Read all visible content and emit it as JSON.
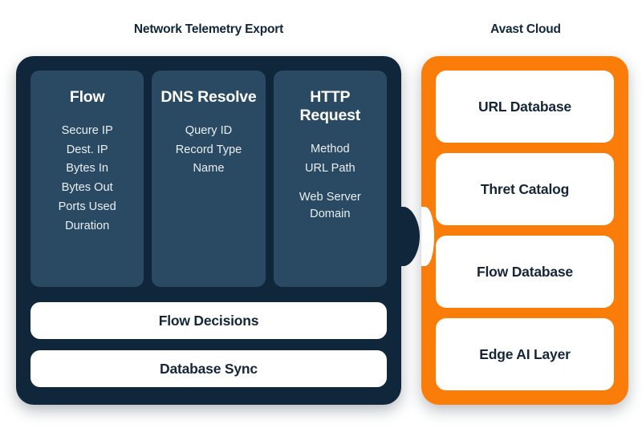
{
  "left_panel": {
    "title": "Network Telemetry Export",
    "background_color": "#10263a",
    "column_color": "#2a4a63",
    "columns": [
      {
        "heading": "Flow",
        "fields": [
          "Secure IP",
          "Dest. IP",
          "Bytes In",
          "Bytes Out",
          "Ports Used",
          "Duration"
        ]
      },
      {
        "heading": "DNS Resolve",
        "fields": [
          "Query ID",
          "Record Type",
          "Name"
        ]
      },
      {
        "heading": "HTTP Request",
        "fields": [
          "Method",
          "URL Path",
          "Web Server\nDomain"
        ]
      }
    ],
    "action_bars": [
      {
        "label": "Flow Decisions"
      },
      {
        "label": "Database Sync"
      }
    ]
  },
  "right_panel": {
    "title": "Avast Cloud",
    "background_color": "#fa7d09",
    "cards": [
      {
        "label": "URL Database"
      },
      {
        "label": "Thret Catalog"
      },
      {
        "label": "Flow Database"
      },
      {
        "label": "Edge AI Layer"
      }
    ]
  },
  "connector": {
    "name": "arrow-right-icon",
    "direction": "left-to-right"
  },
  "palette": {
    "page_background": "#ffffff",
    "dark_navy": "#10263a",
    "slate_blue": "#2a4a63",
    "orange": "#fa7d09",
    "card_white": "#ffffff",
    "text_dark": "#16263a",
    "text_light": "#e9eef2"
  }
}
